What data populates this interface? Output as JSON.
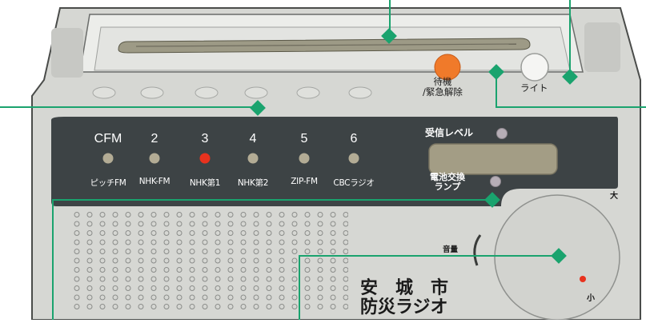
{
  "radio": {
    "buttons": {
      "standby": "待機\n/緊急解除",
      "light": "ライト"
    },
    "panel": {
      "channels": [
        {
          "number": "CFM",
          "name": "ピッチFM",
          "active": false
        },
        {
          "number": "2",
          "name": "NHK-FM",
          "active": false
        },
        {
          "number": "3",
          "name": "NHK第1",
          "active": true
        },
        {
          "number": "4",
          "name": "NHK第2",
          "active": false
        },
        {
          "number": "5",
          "name": "ZIP-FM",
          "active": false
        },
        {
          "number": "6",
          "name": "CBCラジオ",
          "active": false
        }
      ],
      "signal_level_label": "受信レベル",
      "battery_label": "電池交換\nランプ"
    },
    "volume": {
      "label": "音量",
      "max_label": "大",
      "min_label": "小"
    },
    "brand": {
      "line1": "安　城　市",
      "line2": "防災ラジオ"
    }
  },
  "colors": {
    "callout": "#1aa36e",
    "led_active": "#e8321e",
    "led_off": "#b3ac95",
    "standby_button": "#f07a2a",
    "panel": "#3d4345",
    "body": "#d6d7d3"
  }
}
